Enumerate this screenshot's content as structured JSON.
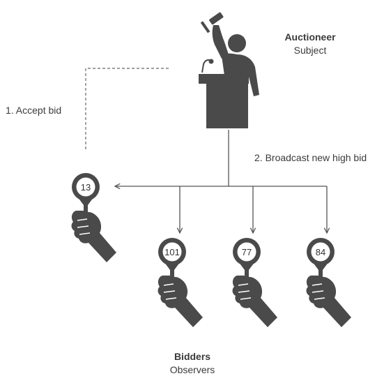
{
  "colors": {
    "figure": "#4a4a4a",
    "line": "#555555",
    "text": "#3a3a3a"
  },
  "auctioneer": {
    "title": "Auctioneer",
    "subtitle": "Subject"
  },
  "steps": {
    "accept": "1. Accept bid",
    "broadcast": "2. Broadcast new high bid"
  },
  "bidders": {
    "title": "Bidders",
    "subtitle": "Observers",
    "paddles": [
      {
        "number": "13"
      },
      {
        "number": "101"
      },
      {
        "number": "77"
      },
      {
        "number": "84"
      }
    ]
  },
  "icons": [
    "auctioneer-icon",
    "gavel-icon",
    "podium-icon",
    "microphone-icon",
    "bid-paddle-icon",
    "hand-icon"
  ]
}
